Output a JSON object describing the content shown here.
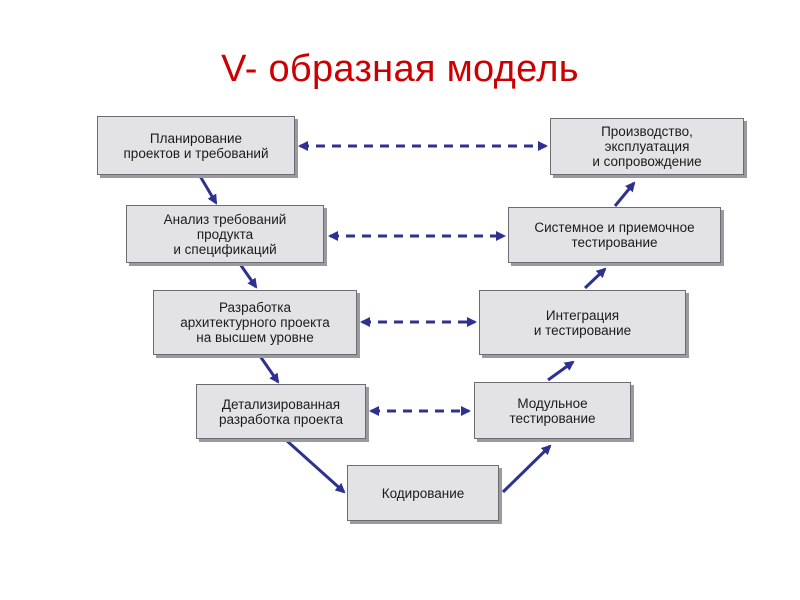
{
  "title": "V- образная модель",
  "stages": {
    "planning": "Планирование\nпроектов и требований",
    "analysis": "Анализ требований\nпродукта\nи спецификаций",
    "architecture": "Разработка\nархитектурного проекта\nна высшем уровне",
    "detailed_design": "Детализированная\nразработка проекта",
    "coding": "Кодирование",
    "unit_testing": "Модульное\nтестирование",
    "integration": "Интеграция\nи тестирование",
    "system_testing": "Системное и приемочное\nтестирование",
    "production": "Производство,\nэксплуатация\nи сопровождение"
  },
  "colors": {
    "title": "#cc0000",
    "arrow": "#2e3192",
    "box_fill": "#e3e3e6",
    "box_border": "#6c6c72"
  }
}
